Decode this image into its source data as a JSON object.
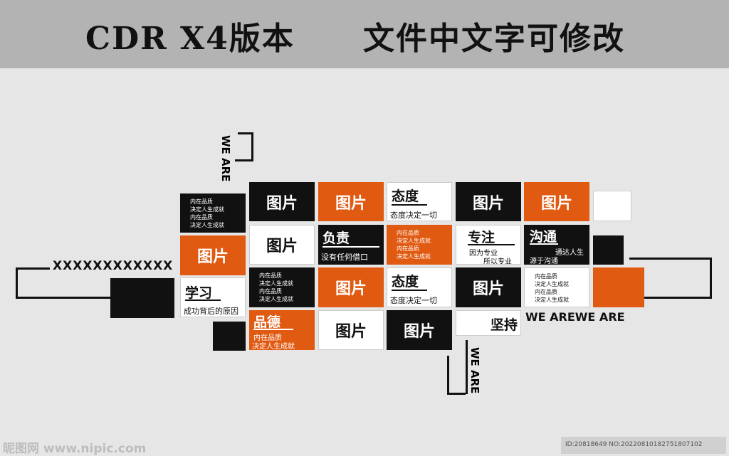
{
  "header": {
    "left_title": "CDR   X4版本",
    "right_title": "文件中文字可修改"
  },
  "labels": {
    "we_are": "WE ARE",
    "we_are_double": "WE AREWE ARE",
    "xxx": "XXXXXXXXXXXX",
    "picture": "图片"
  },
  "blocks": {
    "values_lines": [
      "内在品质",
      "决定人生成就",
      "内在品质",
      "决定人生成就"
    ],
    "taidu": {
      "title": "态度",
      "sub": "态度决定一切"
    },
    "fuze": {
      "title": "负责",
      "sub": "没有任何借口"
    },
    "zhuanzhu": {
      "title": "专注",
      "sub1": "因为专业",
      "sub2": "所以专业"
    },
    "goutong": {
      "title": "沟通",
      "sub1": "通达人生",
      "sub2": "源于沟通"
    },
    "xuexi": {
      "title": "学习",
      "sub": "成功背后的原因"
    },
    "pinde": {
      "title": "品德",
      "sub1": "内在品质",
      "sub2": "决定人生成就"
    },
    "jianchi": {
      "title": "坚持"
    }
  },
  "footer": {
    "watermark": "昵图网 www.nipic.com",
    "id_text": "ID:20818649 NO:20220810182751807102"
  },
  "colors": {
    "orange": "#e05a12",
    "black": "#111111",
    "white": "#ffffff",
    "header_gray": "#b3b3b3",
    "bg": "#e6e6e6"
  }
}
